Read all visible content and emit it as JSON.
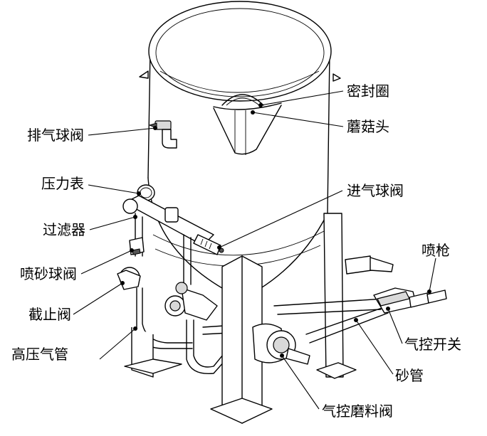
{
  "labels": {
    "seal_ring": "密封圈",
    "mushroom_head": "蘑菇头",
    "exhaust_ball_valve": "排气球阀",
    "pressure_gauge": "压力表",
    "inlet_ball_valve": "进气球阀",
    "filter": "过滤器",
    "spray_gun": "喷枪",
    "sand_ball_valve": "喷砂球阀",
    "stop_valve": "截止阀",
    "pneumatic_switch": "气控开关",
    "high_pressure_hose": "高压气管",
    "sand_hose": "砂管",
    "pneumatic_abrasive_valve": "气控磨料阀"
  }
}
